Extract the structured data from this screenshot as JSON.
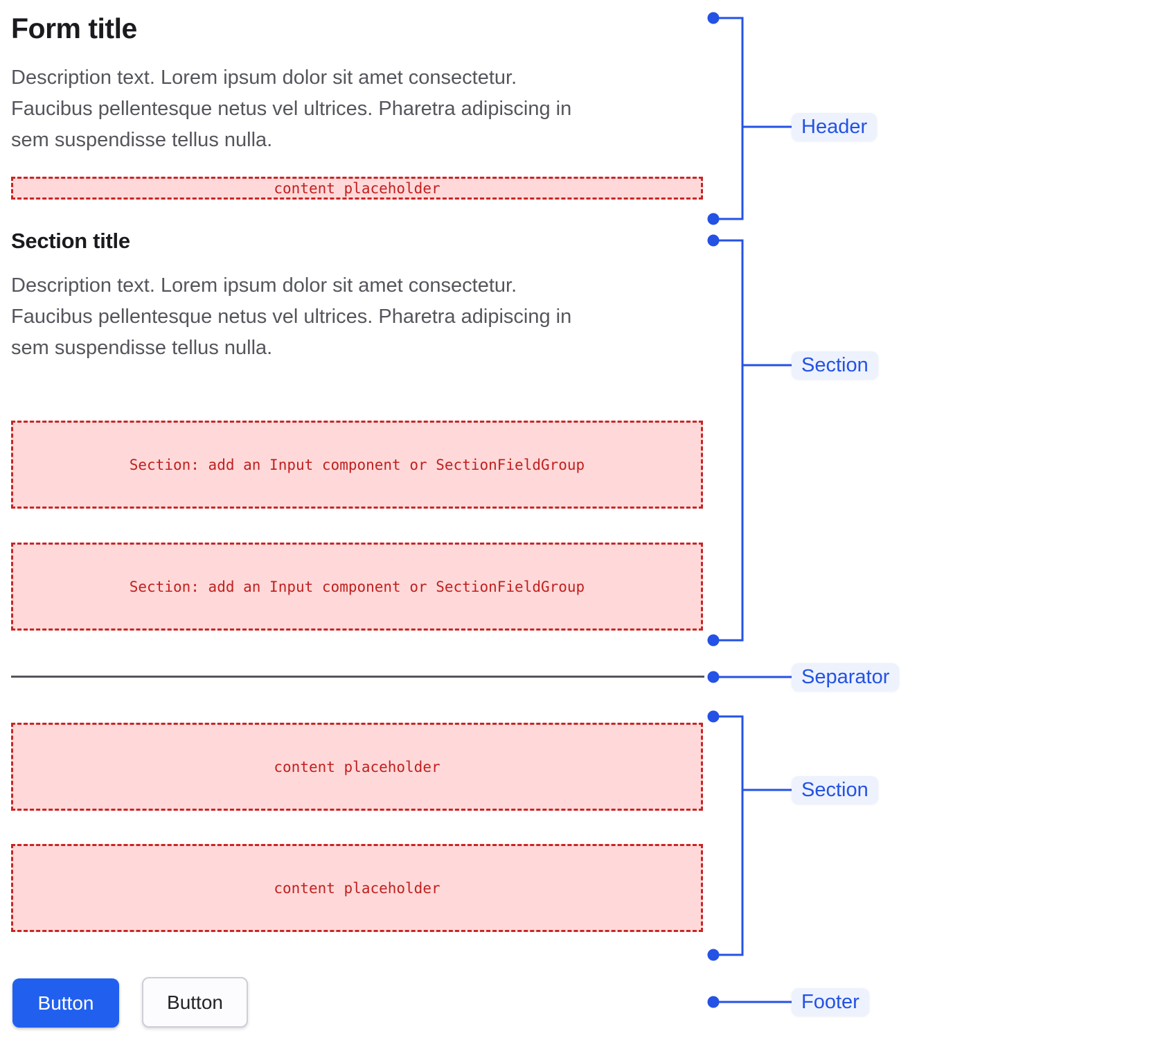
{
  "form": {
    "title": "Form title",
    "description_lines": [
      "Description text. Lorem ipsum dolor sit amet consectetur.",
      "Faucibus pellentesque netus vel ultrices. Pharetra adipiscing in",
      "sem suspendisse tellus nulla."
    ],
    "content_placeholder": "content placeholder"
  },
  "section1": {
    "title": "Section title",
    "description_lines": [
      "Description text. Lorem ipsum dolor sit amet consectetur.",
      "Faucibus pellentesque netus vel ultrices. Pharetra adipiscing in",
      "sem suspendisse tellus nulla."
    ],
    "slots": [
      "Section: add an Input component or SectionFieldGroup",
      "Section: add an Input component or SectionFieldGroup"
    ]
  },
  "section2": {
    "slots": [
      "content placeholder",
      "content placeholder"
    ]
  },
  "footer": {
    "primary_button_label": "Button",
    "secondary_button_label": "Button"
  },
  "annotations": [
    {
      "label": "Header"
    },
    {
      "label": "Section"
    },
    {
      "label": "Separator"
    },
    {
      "label": "Section"
    },
    {
      "label": "Footer"
    }
  ],
  "colors": {
    "annotation_blue": "#2452e4",
    "annotation_pill_bg": "#edf2fd",
    "slot_bg": "#ffd9d9",
    "slot_border_red": "#c92525",
    "slot_text_red": "#c11f1f",
    "primary_button_bg": "#2160ef",
    "title_text": "#1a1a1f",
    "description_text": "#54565c",
    "separator_gray": "#54555c"
  }
}
